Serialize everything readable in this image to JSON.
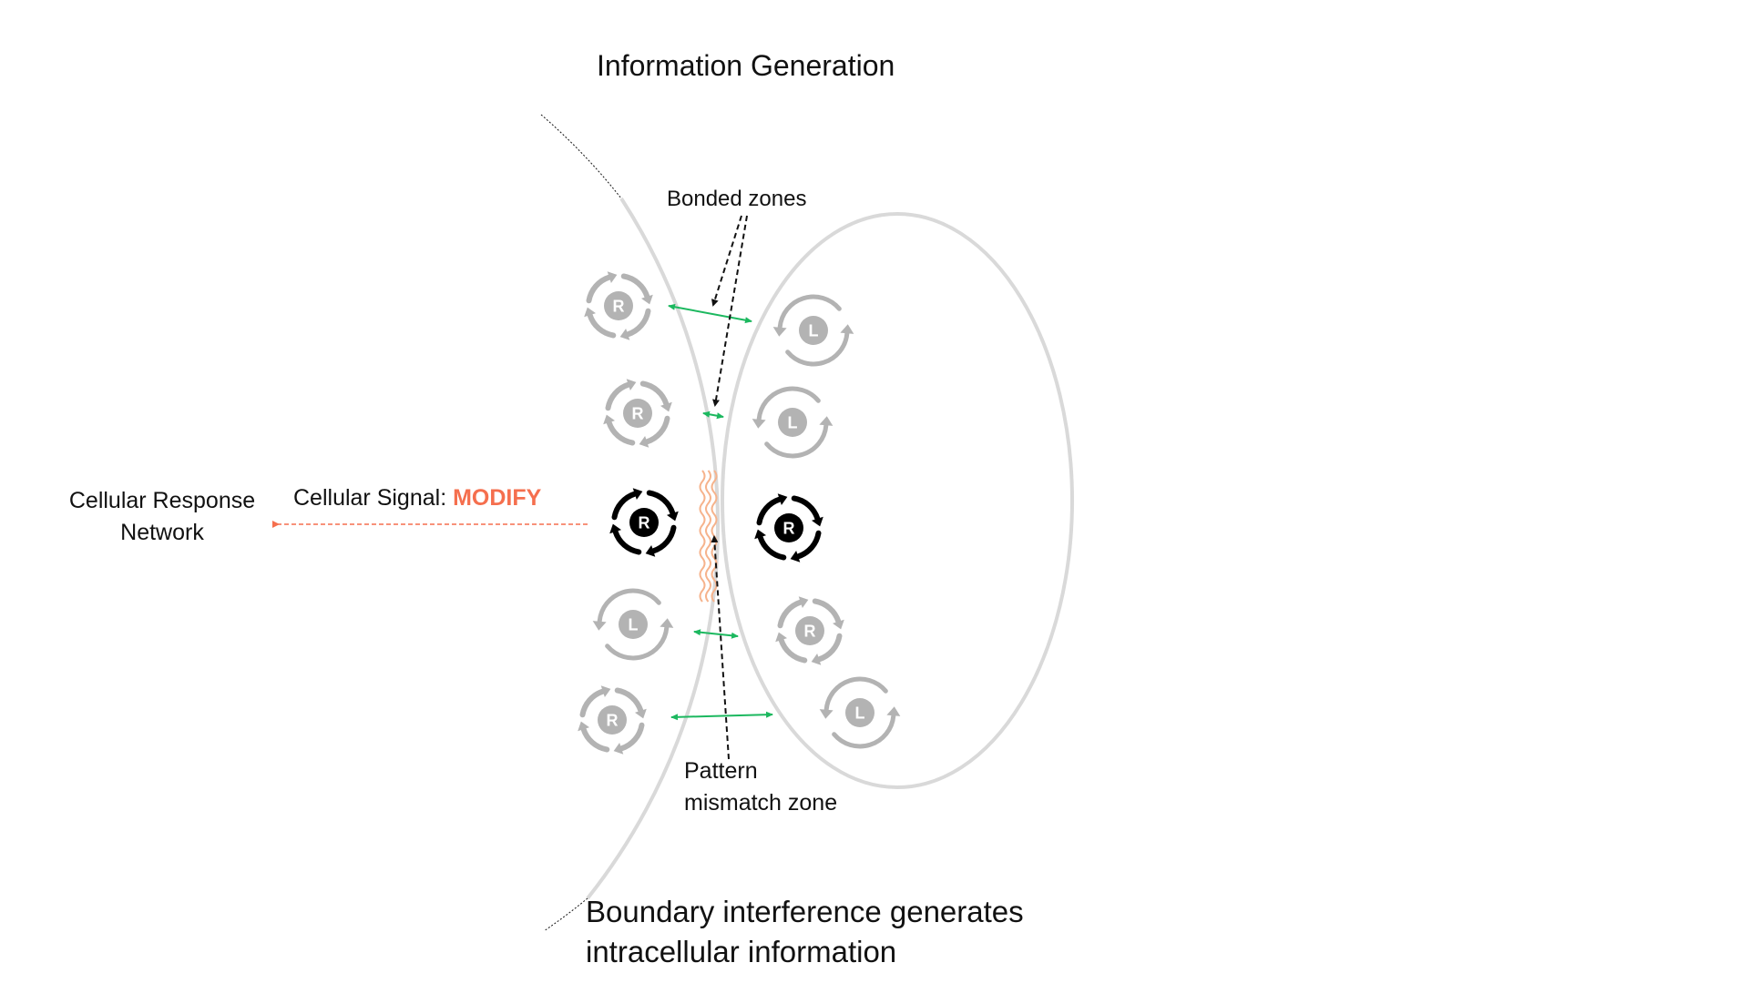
{
  "title": "Information Generation",
  "labels": {
    "bonded_zones": "Bonded zones",
    "response_line1": "Cellular Response",
    "response_line2": "Network",
    "signal_prefix": "Cellular Signal: ",
    "signal_value": "MODIFY",
    "mismatch_line1": "Pattern",
    "mismatch_line2": "mismatch zone",
    "caption_line1": "Boundary interference generates",
    "caption_line2": "intracellular information"
  },
  "colors": {
    "membrane": "#d9d9d9",
    "rotor_inactive": "#b3b3b3",
    "rotor_active": "#000000",
    "bond_arrow": "#1cb85f",
    "signal": "#f56f4e",
    "mismatch_wave": "#f6b38c",
    "pointer": "#111111"
  },
  "rotors": [
    {
      "id": "left-1",
      "cell": "left",
      "type": "R",
      "state": "inactive",
      "label": "R"
    },
    {
      "id": "right-1",
      "cell": "right",
      "type": "L",
      "state": "inactive",
      "label": "L"
    },
    {
      "id": "left-2",
      "cell": "left",
      "type": "R",
      "state": "inactive",
      "label": "R"
    },
    {
      "id": "right-2",
      "cell": "right",
      "type": "L",
      "state": "inactive",
      "label": "L"
    },
    {
      "id": "left-3",
      "cell": "left",
      "type": "R",
      "state": "active",
      "label": "R"
    },
    {
      "id": "right-3",
      "cell": "right",
      "type": "R",
      "state": "active",
      "label": "R"
    },
    {
      "id": "left-4",
      "cell": "left",
      "type": "L",
      "state": "inactive",
      "label": "L"
    },
    {
      "id": "right-4",
      "cell": "right",
      "type": "R",
      "state": "inactive",
      "label": "R"
    },
    {
      "id": "left-5",
      "cell": "left",
      "type": "R",
      "state": "inactive",
      "label": "R"
    },
    {
      "id": "right-5",
      "cell": "right",
      "type": "L",
      "state": "inactive",
      "label": "L"
    }
  ],
  "bonds": [
    {
      "between": [
        "left-1",
        "right-1"
      ],
      "kind": "bonded"
    },
    {
      "between": [
        "left-2",
        "right-2"
      ],
      "kind": "bonded"
    },
    {
      "between": [
        "left-4",
        "right-4"
      ],
      "kind": "bonded"
    },
    {
      "between": [
        "left-5",
        "right-5"
      ],
      "kind": "bonded"
    }
  ],
  "mismatch": {
    "between": [
      "left-3",
      "right-3"
    ],
    "wave_count": 3
  }
}
